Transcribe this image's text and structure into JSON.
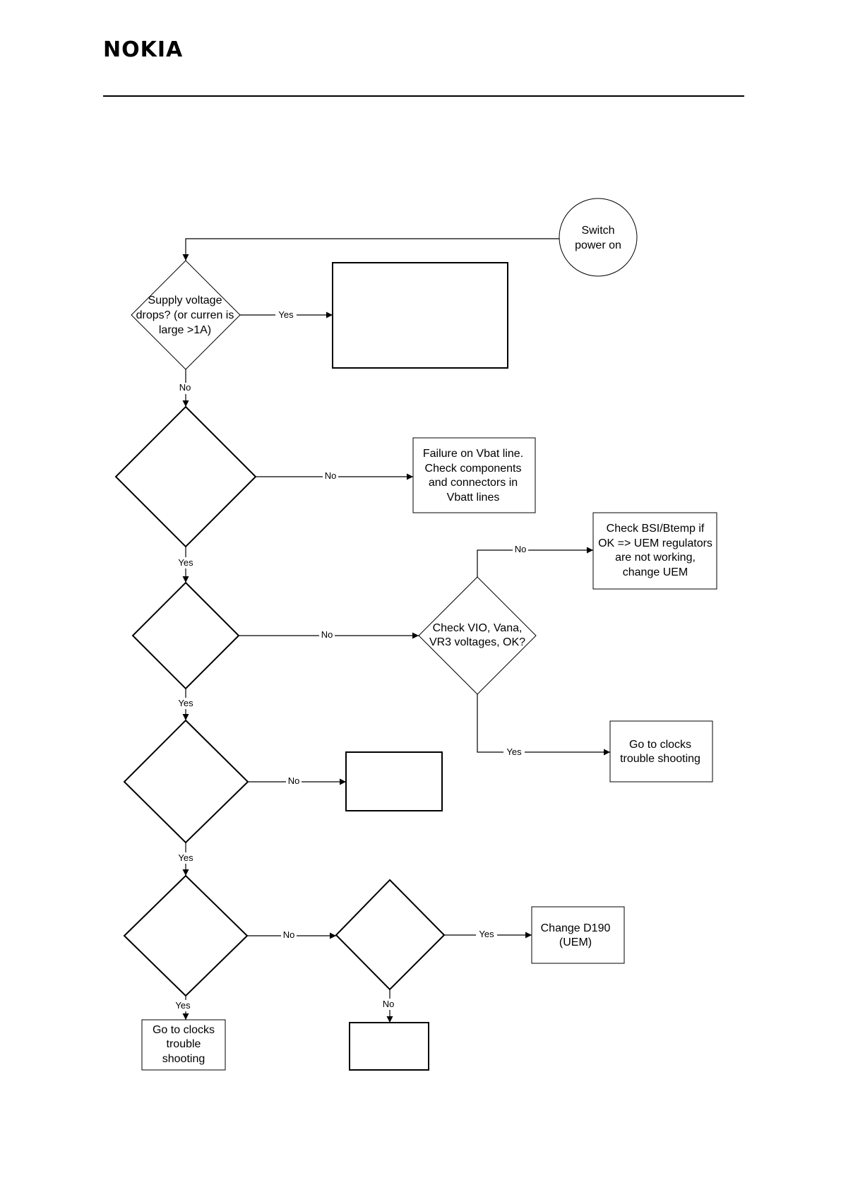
{
  "header": {
    "logo_text": "NOKIA"
  },
  "nodes": {
    "start": [
      "Switch",
      "power on"
    ],
    "supply_drop": [
      "Supply voltage",
      "drops? (or curren is",
      "large >1A)"
    ],
    "vbat_failure": [
      "Failure on Vbat line.",
      "Check components",
      "and connectors in",
      "Vbatt lines"
    ],
    "check_bsi": [
      "Check BSI/Btemp if",
      "OK => UEM regulators",
      "are not working,",
      "change UEM"
    ],
    "check_vio": [
      "Check VIO, Vana,",
      "VR3 voltages, OK?"
    ],
    "clocks_right": [
      "Go to clocks",
      "trouble shooting"
    ],
    "change_d190": [
      "Change D190",
      "(UEM)"
    ],
    "clocks_bottom": [
      "Go to clocks",
      "trouble",
      "shooting"
    ]
  },
  "edges": {
    "yes": "Yes",
    "no": "No"
  }
}
